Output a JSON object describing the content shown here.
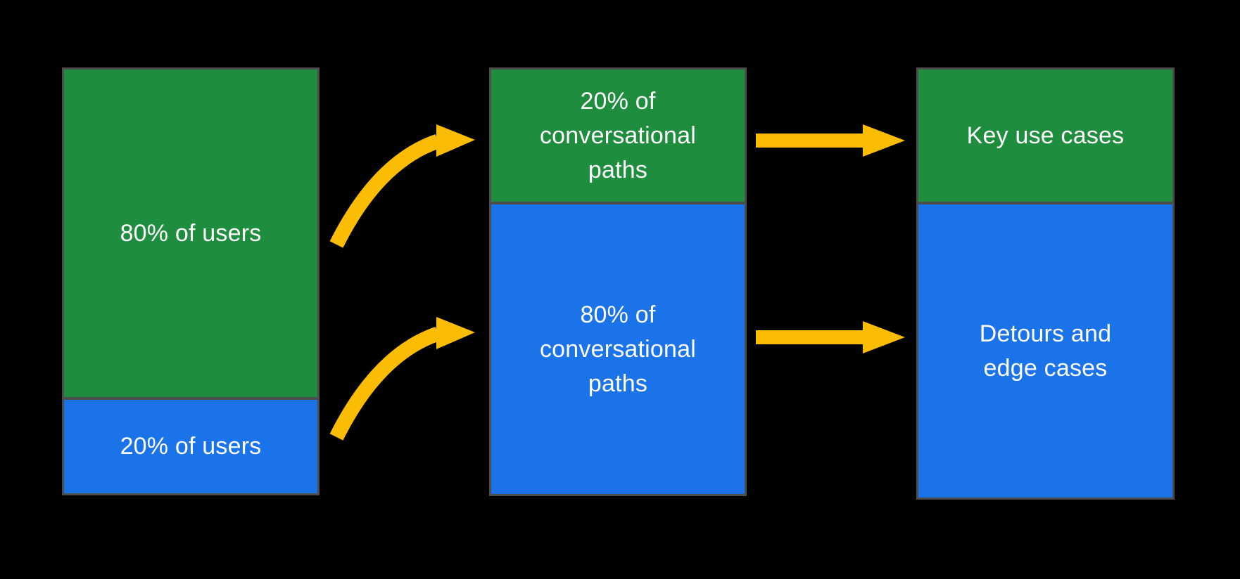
{
  "colors": {
    "green": "#1E8E3E",
    "blue": "#1A73E8",
    "yellow": "#FBBC04",
    "text": "#FFFFFF",
    "border": "#4D4D4D",
    "background": "#000000"
  },
  "bars": {
    "users": {
      "green_label": "80% of users",
      "blue_label": "20% of users"
    },
    "paths": {
      "green_label": "20% of\nconversational\npaths",
      "blue_label": "80% of\nconversational\npaths"
    },
    "outcomes": {
      "green_label": "Key use cases",
      "blue_label": "Detours and\nedge cases"
    }
  },
  "arrows": [
    {
      "style": "curved",
      "color": "yellow",
      "from": "80% of users",
      "to": "20% of conversational paths"
    },
    {
      "style": "curved",
      "color": "yellow",
      "from": "20% of users",
      "to": "80% of conversational paths"
    },
    {
      "style": "straight",
      "color": "yellow",
      "from": "20% of conversational paths",
      "to": "Key use cases"
    },
    {
      "style": "straight",
      "color": "yellow",
      "from": "80% of conversational paths",
      "to": "Detours and edge cases"
    }
  ]
}
